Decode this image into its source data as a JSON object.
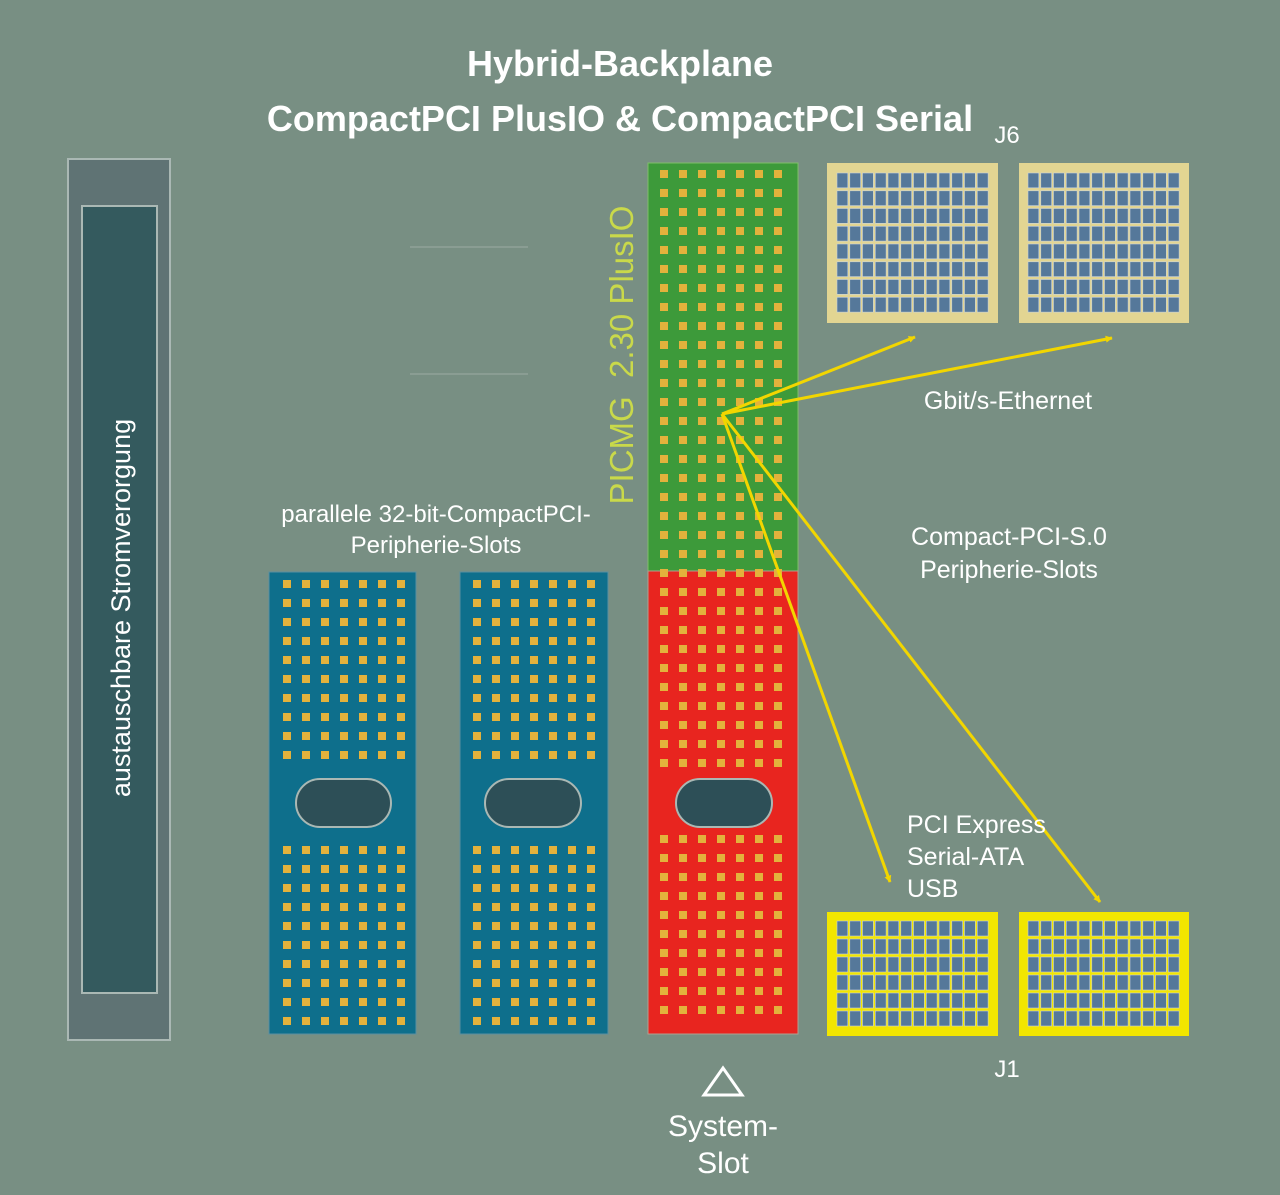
{
  "title": {
    "line1": "Hybrid-Backplane",
    "line2": "CompactPCI PlusIO & CompactPCI Serial"
  },
  "power_supply_label": "austauschbare Stromverorgung",
  "parallel_slots_label": {
    "line1": "parallele 32-bit-CompactPCI-",
    "line2": "Peripherie-Slots"
  },
  "system_slot_vertical_label": "PICMG  2.30 PlusIO",
  "connector_labels": {
    "top": "J6",
    "bottom": "J1"
  },
  "ethernet_label": "Gbit/s-Ethernet",
  "serial_slots_label": {
    "line1": "Compact-PCI-S.0",
    "line2": "Peripherie-Slots"
  },
  "bottom_interfaces": {
    "line1": "PCI Express",
    "line2": "Serial-ATA",
    "line3": "USB"
  },
  "system_slot_label": {
    "line1": "System-",
    "line2": "Slot"
  },
  "colors": {
    "background": "#788f83",
    "parallel_slot": "#0e6f8c",
    "system_top": "#3d9a3a",
    "system_bottom": "#e8251f",
    "pin": "#e3b23c",
    "j6_connector": "#e2d592",
    "j1_connector": "#f2e600",
    "arrow": "#f2d600",
    "title_text": "#ffffff",
    "picmg_text": "#c9d94a"
  }
}
